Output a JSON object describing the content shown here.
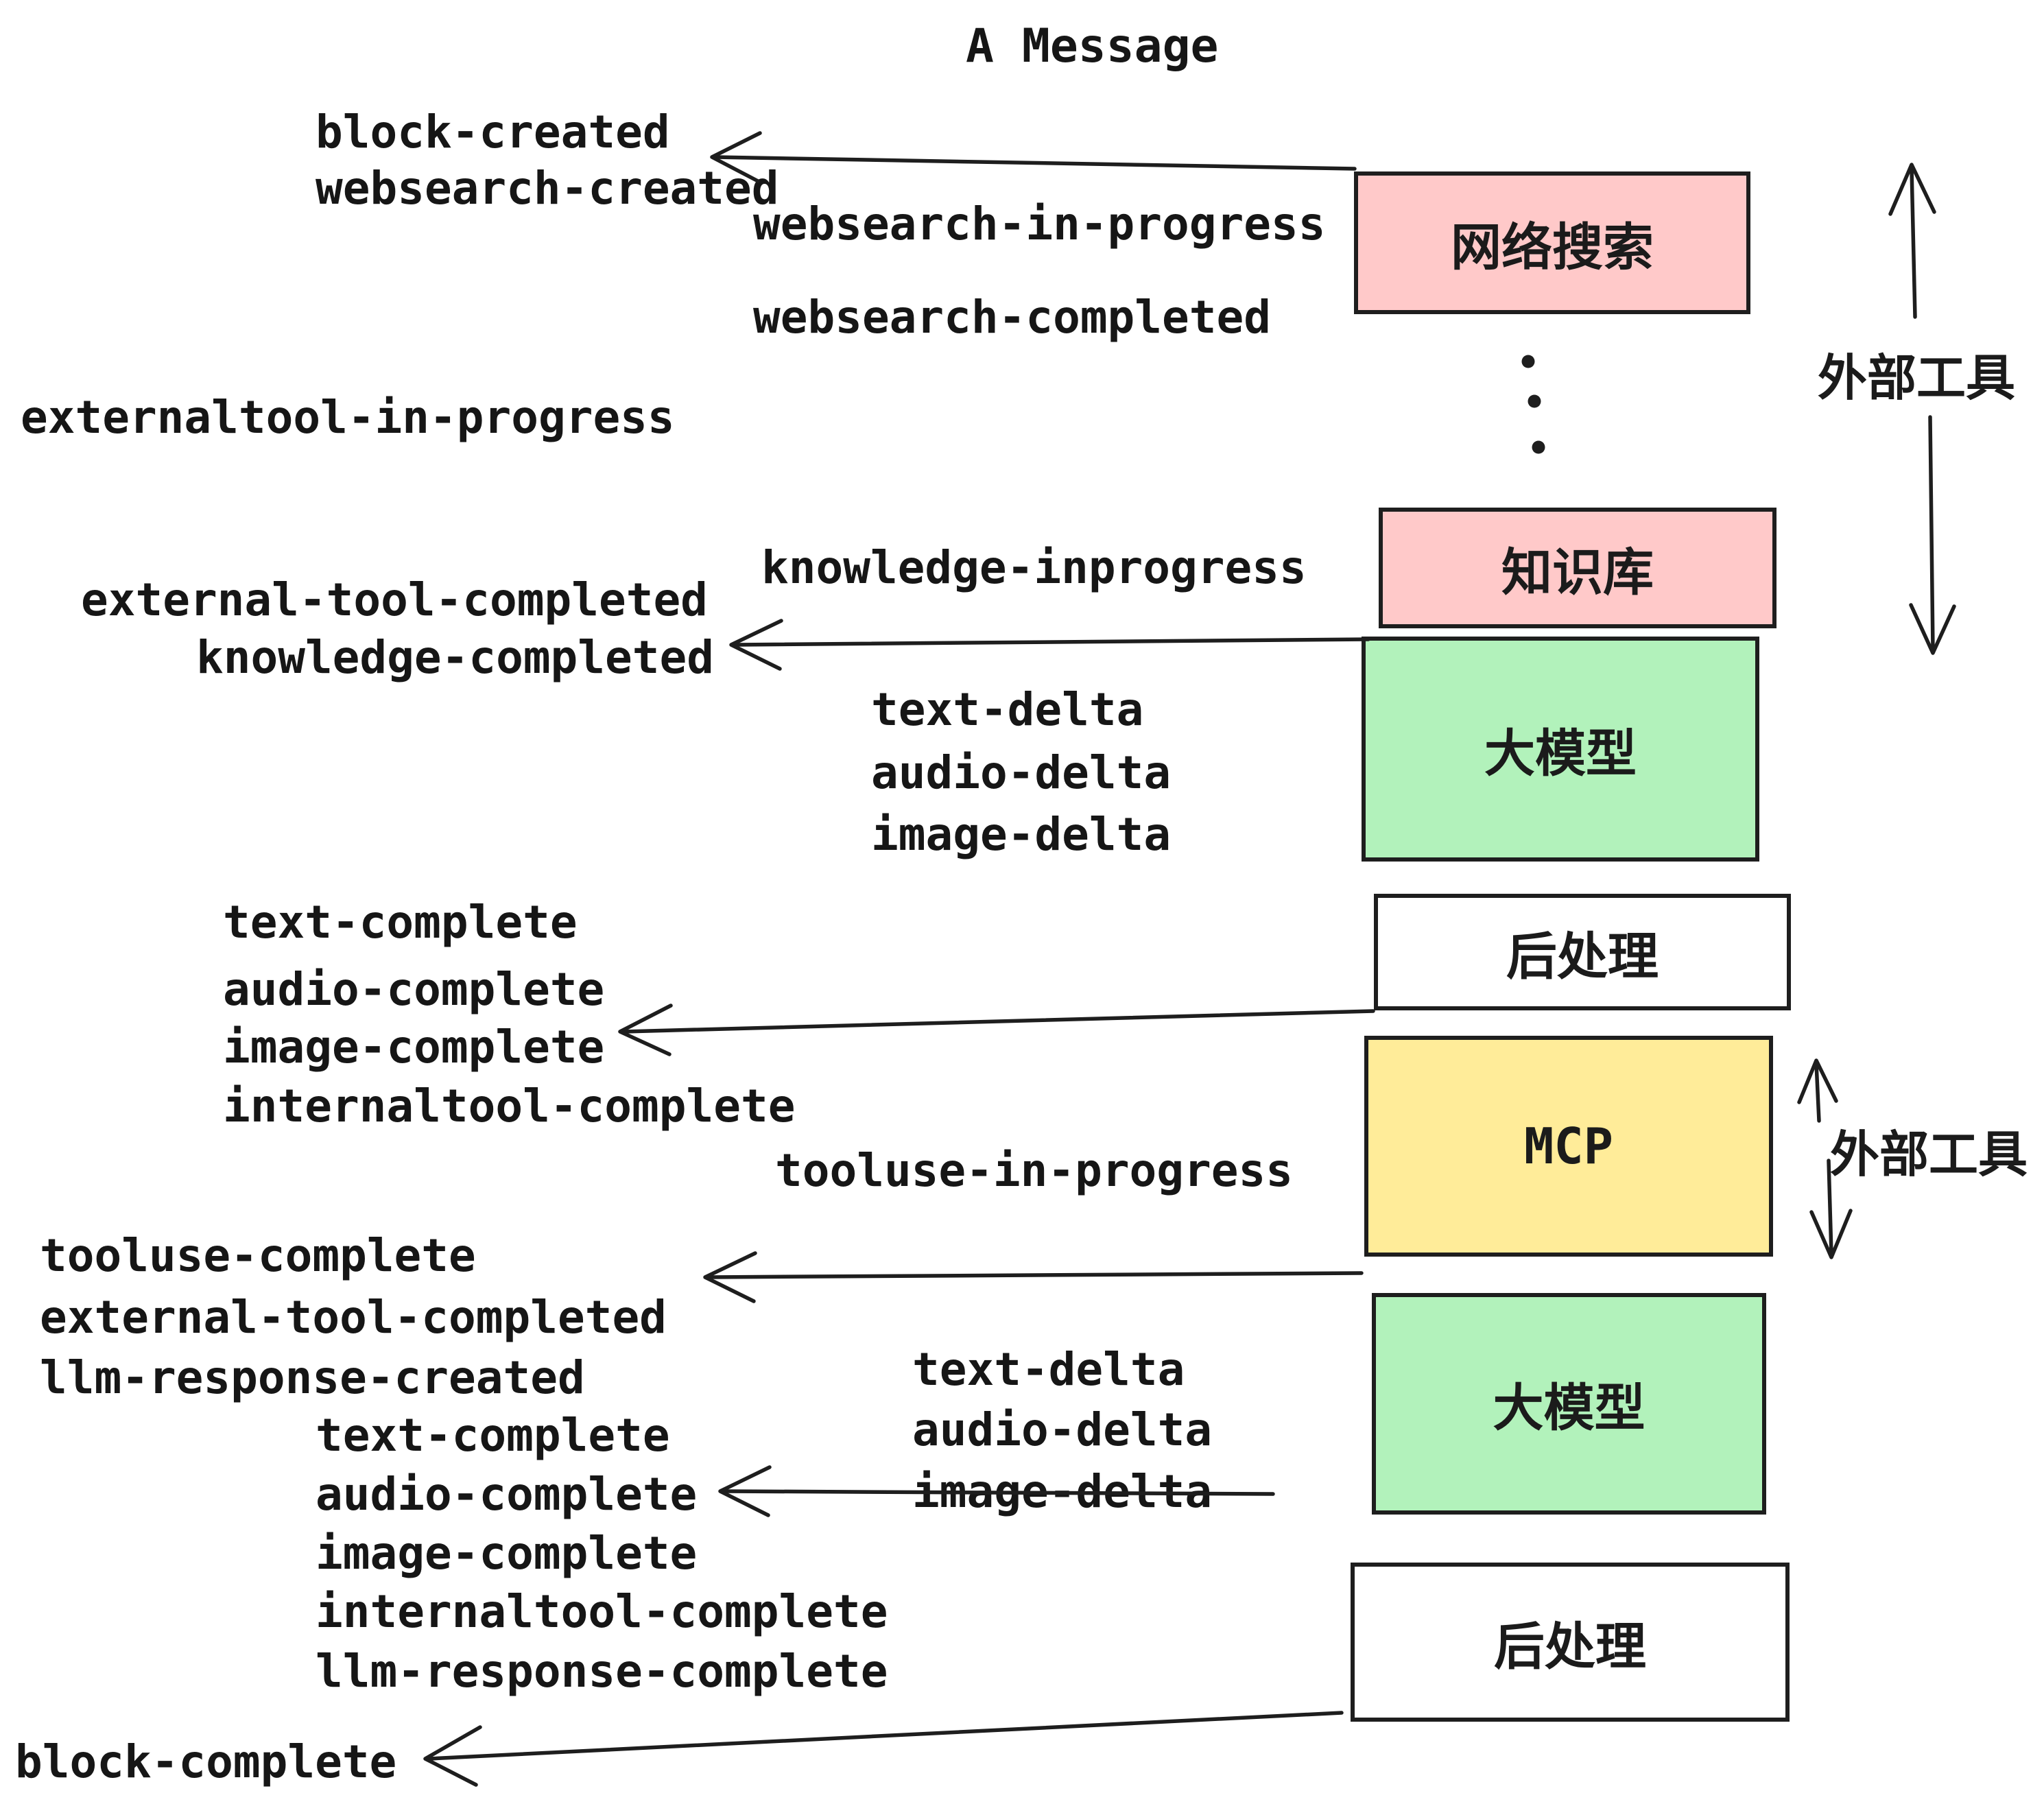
{
  "title": "A Message",
  "colors": {
    "box_border": "#1e1e1e",
    "pink": "#ffc9c9",
    "green": "#b2f2bb",
    "yellow": "#ffec99",
    "white": "#ffffff",
    "text": "#161616"
  },
  "events": [
    {
      "text": "block-created"
    },
    {
      "text": "websearch-created"
    },
    {
      "text": "websearch-in-progress"
    },
    {
      "text": "websearch-completed"
    },
    {
      "text": "externaltool-in-progress"
    },
    {
      "text": "knowledge-inprogress"
    },
    {
      "text": "external-tool-completed"
    },
    {
      "text": "knowledge-completed"
    },
    {
      "text": "text-delta"
    },
    {
      "text": "audio-delta"
    },
    {
      "text": "image-delta"
    },
    {
      "text": "text-complete"
    },
    {
      "text": "audio-complete"
    },
    {
      "text": "image-complete"
    },
    {
      "text": "internaltool-complete"
    },
    {
      "text": "tooluse-in-progress"
    },
    {
      "text": "tooluse-complete"
    },
    {
      "text": "external-tool-completed"
    },
    {
      "text": "llm-response-created"
    },
    {
      "text": "text-complete"
    },
    {
      "text": "audio-complete"
    },
    {
      "text": "image-complete"
    },
    {
      "text": "internaltool-complete"
    },
    {
      "text": "llm-response-complete"
    },
    {
      "text": "text-delta"
    },
    {
      "text": "audio-delta"
    },
    {
      "text": "image-delta"
    },
    {
      "text": "block-complete"
    }
  ],
  "boxes": [
    {
      "id": "websearch",
      "label": "网络搜索",
      "color": "#ffc9c9"
    },
    {
      "id": "knowledge",
      "label": "知识库",
      "color": "#ffc9c9"
    },
    {
      "id": "llm-1",
      "label": "大模型",
      "color": "#b2f2bb"
    },
    {
      "id": "post-1",
      "label": "后处理",
      "color": "#ffffff"
    },
    {
      "id": "mcp",
      "label": "MCP",
      "color": "#ffec99"
    },
    {
      "id": "llm-2",
      "label": "大模型",
      "color": "#b2f2bb"
    },
    {
      "id": "post-2",
      "label": "后处理",
      "color": "#ffffff"
    }
  ],
  "side_labels": [
    {
      "label": "外部工具"
    },
    {
      "label": "外部工具"
    }
  ]
}
